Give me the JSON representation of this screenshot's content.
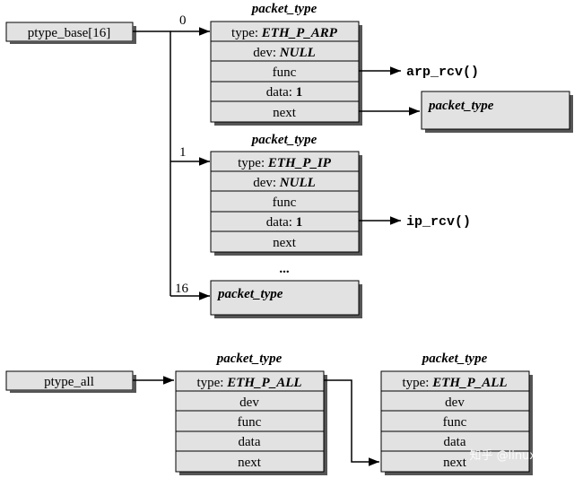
{
  "root_labels": {
    "ptype_base": "ptype_base[16]",
    "ptype_all": "ptype_all"
  },
  "indices": {
    "i0": "0",
    "i1": "1",
    "i16": "16"
  },
  "struct_title": "packet_type",
  "structs": {
    "arp": {
      "type_label": "type: ",
      "type_value": "ETH_P_ARP",
      "dev_label": "dev: ",
      "dev_value": "NULL",
      "func": "func",
      "data_label": "data: ",
      "data_value": "1",
      "next": "next"
    },
    "ip": {
      "type_label": "type: ",
      "type_value": "ETH_P_IP",
      "dev_label": "dev: ",
      "dev_value": "NULL",
      "func": "func",
      "data_label": "data: ",
      "data_value": "1",
      "next": "next"
    },
    "all1": {
      "type_label": "type: ",
      "type_value": "ETH_P_ALL",
      "dev": "dev",
      "func": "func",
      "data": "data",
      "next": "next"
    },
    "all2": {
      "type_label": "type: ",
      "type_value": "ETH_P_ALL",
      "dev": "dev",
      "func": "func",
      "data": "data",
      "next": "next"
    }
  },
  "functions": {
    "arp_rcv": "arp_rcv()",
    "ip_rcv": "ip_rcv()"
  },
  "ellipsis": "...",
  "watermark": "知乎 @linux开发",
  "colors": {
    "box_fill": "#e2e2e2",
    "stroke": "#000000"
  }
}
